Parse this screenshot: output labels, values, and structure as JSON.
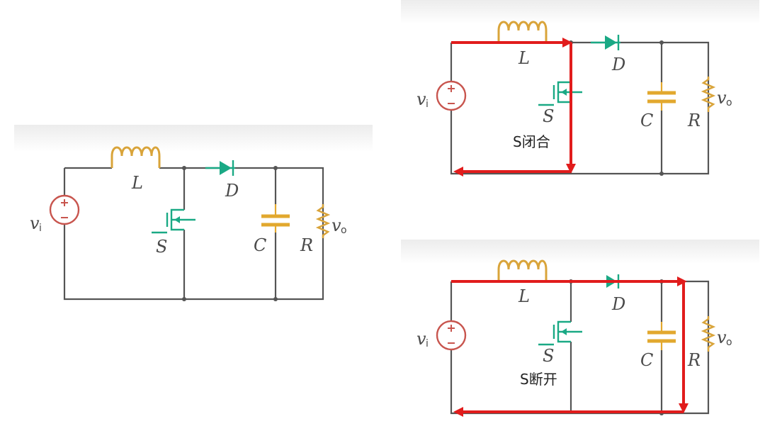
{
  "colors": {
    "wire": "#555555",
    "inductor": "#d9a43a",
    "capacitor": "#e2a82e",
    "switch_diode": "#1aa985",
    "source": "#c8554e",
    "current_path": "#e11c1c"
  },
  "labels": {
    "vi": "v",
    "vi_sub": "i",
    "vo": "v",
    "vo_sub": "o",
    "L": "L",
    "D": "D",
    "S": "S",
    "C": "C",
    "R": "R"
  },
  "panels": [
    {
      "id": "main",
      "state_text": ""
    },
    {
      "id": "closed",
      "state_text": "S闭合"
    },
    {
      "id": "open",
      "state_text": "S断开"
    }
  ]
}
